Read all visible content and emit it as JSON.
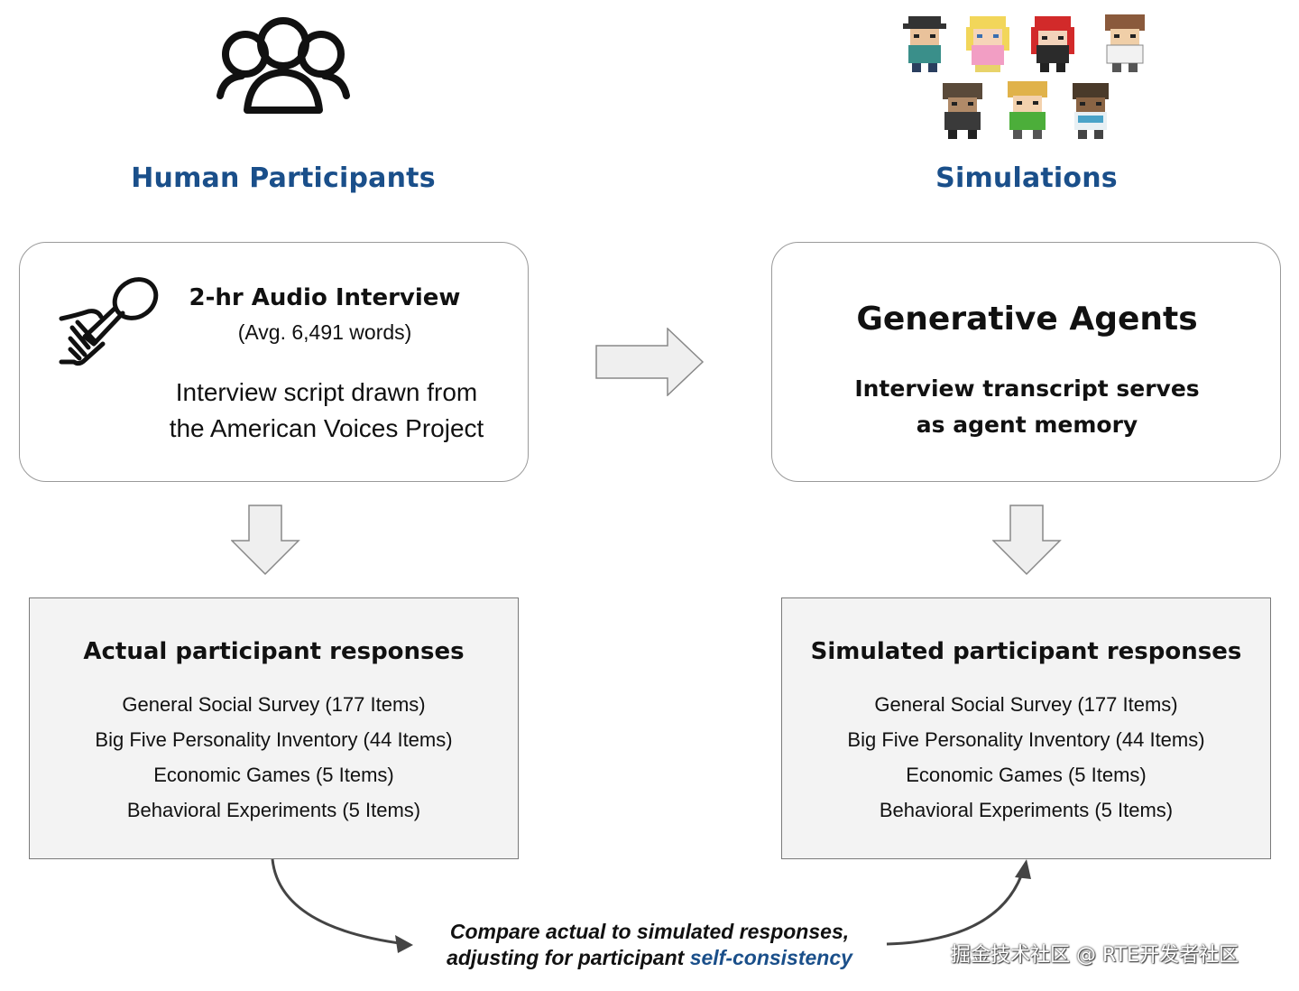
{
  "left": {
    "heading": "Human Participants",
    "icon": "people-group-icon",
    "interview": {
      "title": "2-hr Audio Interview",
      "subtitle": "(Avg. 6,491 words)",
      "line1": "Interview script drawn from",
      "line2": "the American Voices Project",
      "icon": "microphone-hand-icon"
    },
    "responses": {
      "title": "Actual participant responses",
      "items": [
        "General Social Survey (177 Items)",
        "Big Five Personality Inventory (44 Items)",
        "Economic Games (5 Items)",
        "Behavioral Experiments (5 Items)"
      ]
    }
  },
  "right": {
    "heading": "Simulations",
    "icon": "pixel-characters-icon",
    "agents": {
      "title": "Generative Agents",
      "line1": "Interview transcript serves",
      "line2": "as agent memory"
    },
    "responses": {
      "title": "Simulated participant responses",
      "items": [
        "General Social Survey (177 Items)",
        "Big Five Personality Inventory (44 Items)",
        "Economic Games (5 Items)",
        "Behavioral Experiments (5 Items)"
      ]
    }
  },
  "caption": {
    "line1": "Compare actual to simulated responses,",
    "line2_prefix": "adjusting for participant ",
    "line2_highlight": "self-consistency"
  },
  "watermark": "掘金技术社区 @ RTE开发者社区",
  "colors": {
    "heading": "#1a4f8a",
    "box_fill": "#f3f3f3",
    "arrow_fill": "#efefef"
  }
}
